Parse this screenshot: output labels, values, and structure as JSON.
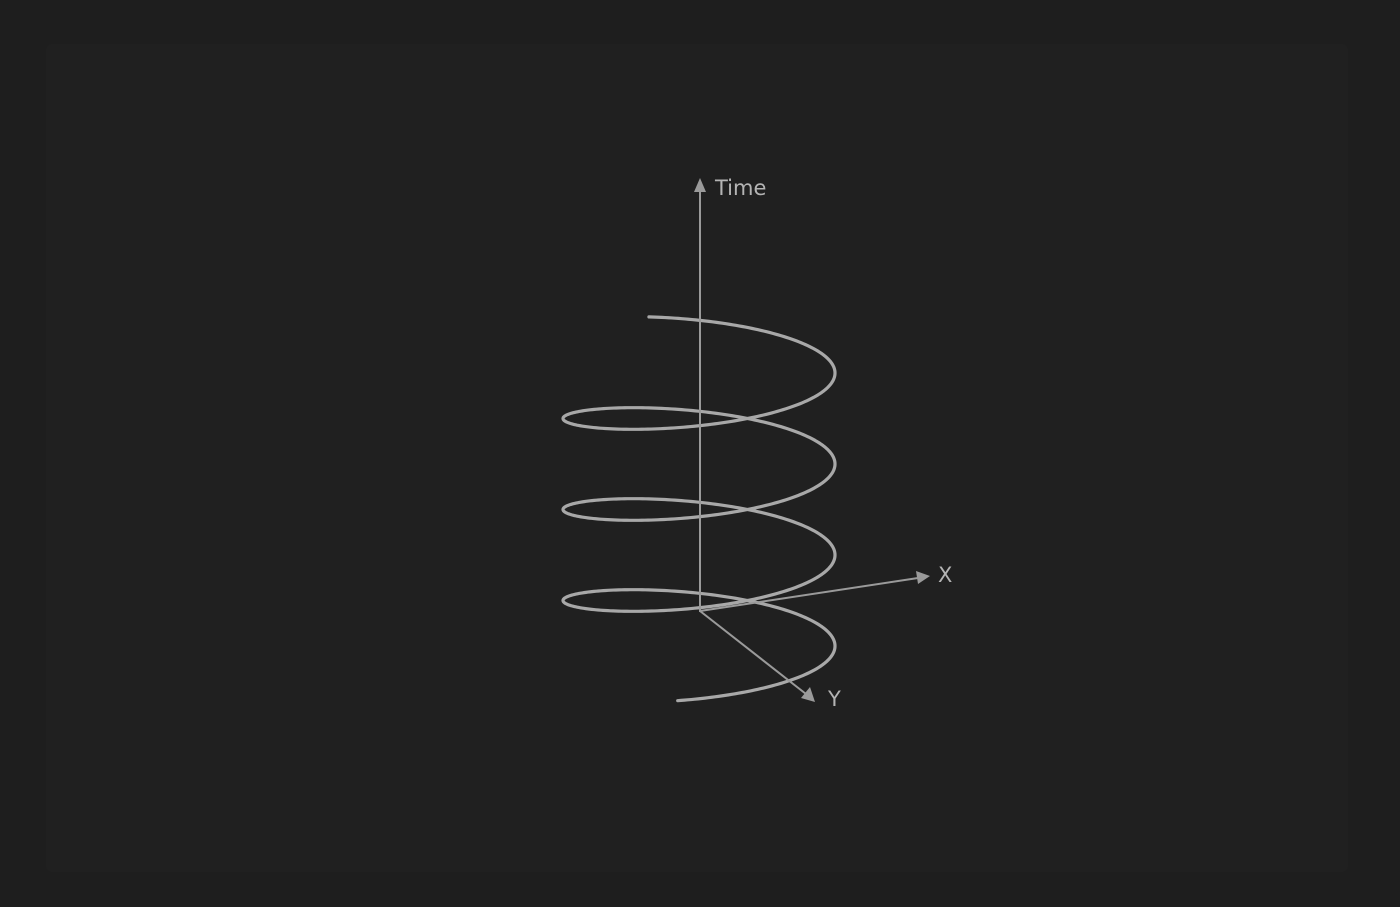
{
  "diagram": {
    "axes": {
      "time": {
        "label": "Time"
      },
      "x": {
        "label": "X"
      },
      "y": {
        "label": "Y"
      }
    },
    "helix": {
      "turns": 3
    },
    "colors": {
      "background": "#1e1e1e",
      "axis": "#9a9a9a",
      "helix": "#a8a8a8",
      "label": "#b4b4b4"
    }
  }
}
